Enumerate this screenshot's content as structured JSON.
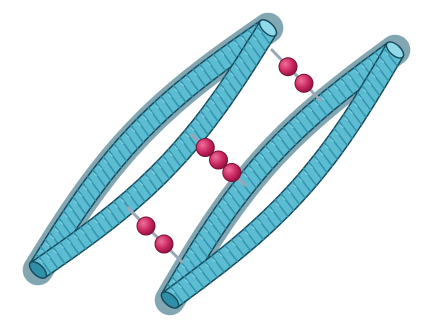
{
  "colors": {
    "background": "#ffffff",
    "filament_fill": "#5cbcd2",
    "filament_light": "#8fd9e8",
    "filament_ridge": "#2f8ea8",
    "filament_dark": "#1c5e73",
    "filament_outline": "#174a5c",
    "crosslink_bead": "#c8255e",
    "crosslink_bead_highlight": "#ef6f9a",
    "crosslink_linker": "#9aa7b6"
  },
  "illustration": {
    "filament_pairs": [
      {
        "name": "left-filament-pair",
        "strands": 2
      },
      {
        "name": "right-filament-pair",
        "strands": 2
      }
    ],
    "crosslinks": [
      {
        "name": "crosslink-top",
        "beads": 2
      },
      {
        "name": "crosslink-middle",
        "beads": 3
      },
      {
        "name": "crosslink-bottom",
        "beads": 2
      }
    ]
  }
}
